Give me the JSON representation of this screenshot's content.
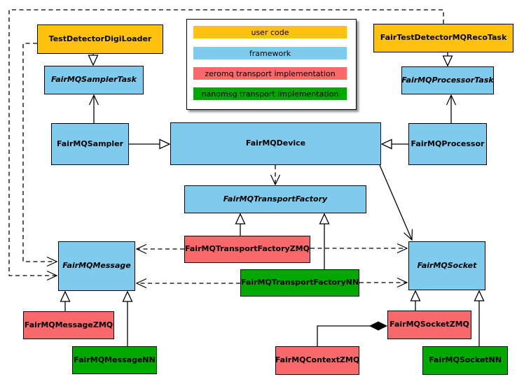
{
  "colors": {
    "user_code": "#FFC20E",
    "framework": "#7FCBEE",
    "zeromq": "#F8696B",
    "nanomsg": "#00A800",
    "line": "#000000",
    "background": "#FFFFFF"
  },
  "legend": {
    "items": [
      {
        "label": "user code",
        "type": "user_code"
      },
      {
        "label": "framework",
        "type": "framework"
      },
      {
        "label": "zeromq transport implementation",
        "type": "zeromq"
      },
      {
        "label": "nanomsg transport implementation",
        "type": "nanomsg"
      }
    ]
  },
  "nodes": {
    "test_detector_digi_loader": {
      "label": "TestDetectorDigiLoader",
      "type": "user_code",
      "abstract": false
    },
    "fair_test_detector_mq_reco_task": {
      "label": "FairTestDetectorMQRecoTask",
      "type": "user_code",
      "abstract": false
    },
    "fairmq_sampler_task": {
      "label": "FairMQSamplerTask",
      "type": "framework",
      "abstract": true
    },
    "fairmq_processor_task": {
      "label": "FairMQProcessorTask",
      "type": "framework",
      "abstract": true
    },
    "fairmq_sampler": {
      "label": "FairMQSampler",
      "type": "framework",
      "abstract": false
    },
    "fairmq_device": {
      "label": "FairMQDevice",
      "type": "framework",
      "abstract": false
    },
    "fairmq_processor": {
      "label": "FairMQProcessor",
      "type": "framework",
      "abstract": false
    },
    "fairmq_transport_factory": {
      "label": "FairMQTransportFactory",
      "type": "framework",
      "abstract": true
    },
    "fairmq_transport_factory_zmq": {
      "label": "FairMQTransportFactoryZMQ",
      "type": "zeromq",
      "abstract": false
    },
    "fairmq_transport_factory_nn": {
      "label": "FairMQTransportFactoryNN",
      "type": "nanomsg",
      "abstract": false
    },
    "fairmq_message": {
      "label": "FairMQMessage",
      "type": "framework",
      "abstract": true
    },
    "fairmq_socket": {
      "label": "FairMQSocket",
      "type": "framework",
      "abstract": true
    },
    "fairmq_message_zmq": {
      "label": "FairMQMessageZMQ",
      "type": "zeromq",
      "abstract": false
    },
    "fairmq_message_nn": {
      "label": "FairMQMessageNN",
      "type": "nanomsg",
      "abstract": false
    },
    "fairmq_context_zmq": {
      "label": "FairMQContextZMQ",
      "type": "zeromq",
      "abstract": false
    },
    "fairmq_socket_zmq": {
      "label": "FairMQSocketZMQ",
      "type": "zeromq",
      "abstract": false
    },
    "fairmq_socket_nn": {
      "label": "FairMQSocketNN",
      "type": "nanomsg",
      "abstract": false
    }
  },
  "edges": [
    {
      "from": "TestDetectorDigiLoader",
      "to": "FairMQSamplerTask",
      "kind": "inheritance"
    },
    {
      "from": "FairTestDetectorMQRecoTask",
      "to": "FairMQProcessorTask",
      "kind": "inheritance"
    },
    {
      "from": "FairMQSampler",
      "to": "FairMQDevice",
      "kind": "inheritance"
    },
    {
      "from": "FairMQProcessor",
      "to": "FairMQDevice",
      "kind": "inheritance"
    },
    {
      "from": "FairMQSampler",
      "to": "FairMQSamplerTask",
      "kind": "association"
    },
    {
      "from": "FairMQProcessor",
      "to": "FairMQProcessorTask",
      "kind": "association"
    },
    {
      "from": "FairMQDevice",
      "to": "FairMQSocket",
      "kind": "association"
    },
    {
      "from": "FairMQDevice",
      "to": "FairMQTransportFactory",
      "kind": "dependency"
    },
    {
      "from": "FairMQTransportFactoryZMQ",
      "to": "FairMQTransportFactory",
      "kind": "inheritance"
    },
    {
      "from": "FairMQTransportFactoryNN",
      "to": "FairMQTransportFactory",
      "kind": "inheritance"
    },
    {
      "from": "FairMQTransportFactoryZMQ",
      "to": "FairMQMessage",
      "kind": "dependency"
    },
    {
      "from": "FairMQTransportFactoryZMQ",
      "to": "FairMQSocket",
      "kind": "dependency"
    },
    {
      "from": "FairMQTransportFactoryNN",
      "to": "FairMQMessage",
      "kind": "dependency"
    },
    {
      "from": "FairMQTransportFactoryNN",
      "to": "FairMQSocket",
      "kind": "dependency"
    },
    {
      "from": "FairMQMessageZMQ",
      "to": "FairMQMessage",
      "kind": "inheritance"
    },
    {
      "from": "FairMQMessageNN",
      "to": "FairMQMessage",
      "kind": "inheritance"
    },
    {
      "from": "FairMQSocketZMQ",
      "to": "FairMQSocket",
      "kind": "inheritance"
    },
    {
      "from": "FairMQSocketNN",
      "to": "FairMQSocket",
      "kind": "inheritance"
    },
    {
      "from": "TestDetectorDigiLoader",
      "to": "FairMQMessage",
      "kind": "dependency"
    },
    {
      "from": "FairTestDetectorMQRecoTask",
      "to": "FairMQMessage",
      "kind": "dependency"
    },
    {
      "from": "FairMQContextZMQ",
      "to": "FairMQSocketZMQ",
      "kind": "composition"
    }
  ]
}
